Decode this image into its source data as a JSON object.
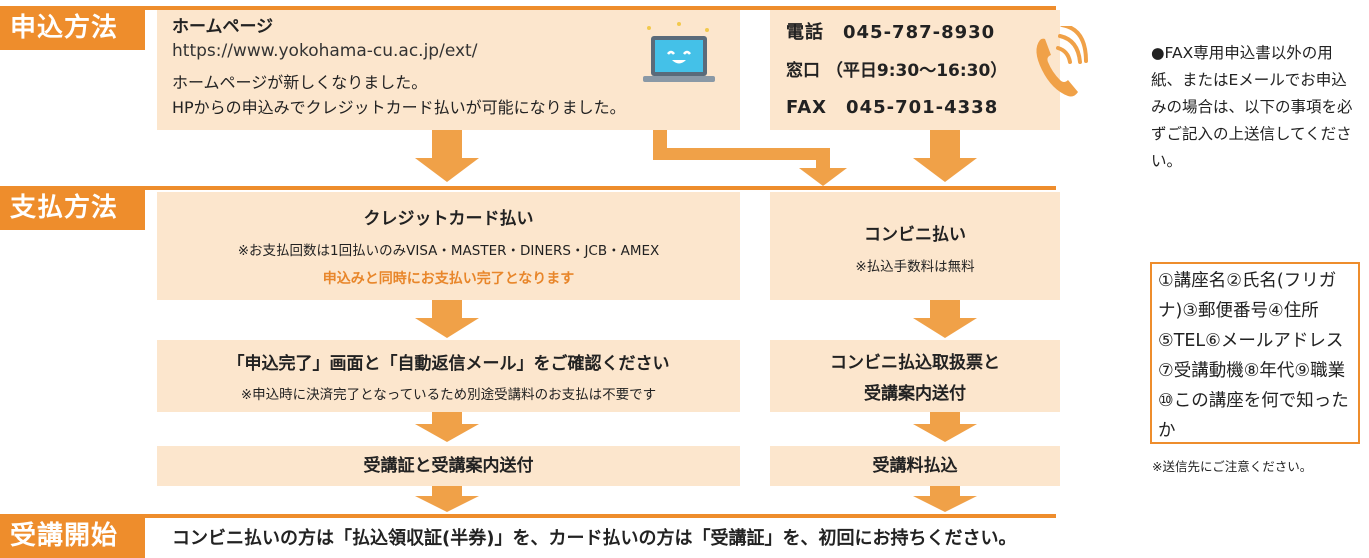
{
  "sections": {
    "apply": "申込方法",
    "pay": "支払方法",
    "start": "受講開始"
  },
  "homepage": {
    "title": "ホームページ",
    "url": "https://www.yokohama-cu.ac.jp/ext/",
    "line1": "ホームページが新しくなりました。",
    "line2": "HPからの申込みでクレジットカード払いが可能になりました。"
  },
  "contact": {
    "tel": "電話　045-787-8930",
    "window": "窓口 （平日9:30〜16:30）",
    "fax": "FAX　045-701-4338"
  },
  "credit": {
    "title": "クレジットカード払い",
    "note": "※お支払回数は1回払いのみVISA・MASTER・DINERS・JCB・AMEX",
    "highlight": "申込みと同時にお支払い完了となります"
  },
  "konbini": {
    "title": "コンビニ払い",
    "note": "※払込手数料は無料"
  },
  "confirm": {
    "title": "「申込完了」画面と「自動返信メール」をご確認ください",
    "note": "※申込時に決済完了となっているため別途受講料のお支払は不要です"
  },
  "konbini_slip": {
    "line1": "コンビニ払込取扱票と",
    "line2": "受講案内送付"
  },
  "cert_send": "受講証と受講案内送付",
  "fee_pay": "受講料払込",
  "start_text": "コンビニ払いの方は「払込領収証(半券)」を、カード払いの方は「受講証」を、初回にお持ちください。",
  "side": {
    "fax_note": "●FAX専用申込書以外の用紙、またはEメールでお申込みの場合は、以下の事項を必ずご記入の上送信してください。",
    "items": "①講座名②氏名(フリガナ)③郵便番号④住所⑤TEL⑥メールアドレス⑦受講動機⑧年代⑨職業⑩この講座を何で知ったか",
    "caution": "※送信先にご注意ください。"
  },
  "colors": {
    "accent": "#ee8d2c",
    "box": "#fce6cd",
    "arrow": "#f0a148",
    "highlight": "#e8862a"
  },
  "icons": [
    "laptop-smile-icon",
    "phone-icon"
  ]
}
